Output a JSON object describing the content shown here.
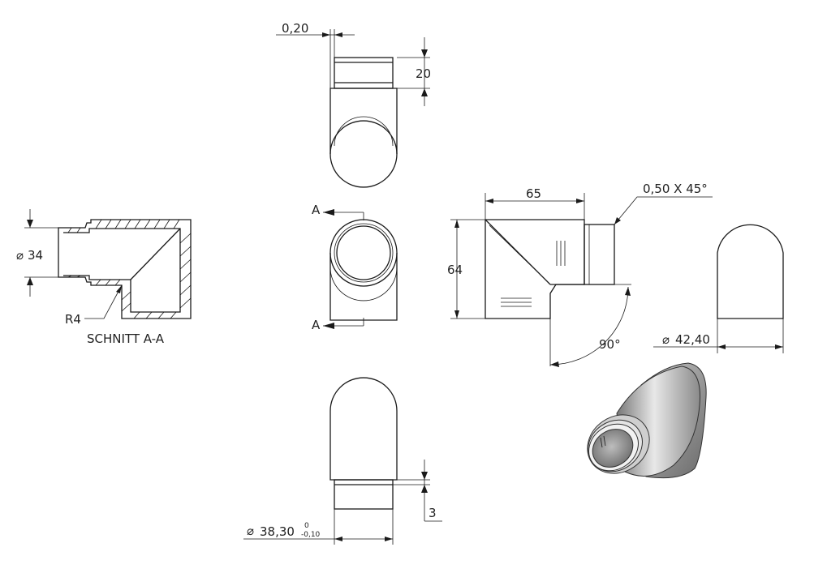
{
  "section": {
    "title": "SCHNITT A-A",
    "radius_label": "R4",
    "diameter_label": "34"
  },
  "top_view": {
    "wall_label": "0,20",
    "height_label": "20"
  },
  "front_view": {
    "cut_label_top": "A",
    "cut_label_bottom": "A"
  },
  "bottom_view": {
    "diameter_label": "38,30",
    "tolerance_upper": "0",
    "tolerance_lower": "-0,10",
    "step_label": "3"
  },
  "side_view": {
    "width_label": "65",
    "height_label": "64",
    "chamfer_label": "0,50 X 45°",
    "angle_label": "90°"
  },
  "end_view": {
    "diameter_label": "42,40"
  },
  "symbols": {
    "diameter": "⌀"
  },
  "colors": {
    "line": "#1a1a1a",
    "shade_light": "#e6e6e6",
    "shade_dark": "#5a5a5a"
  }
}
